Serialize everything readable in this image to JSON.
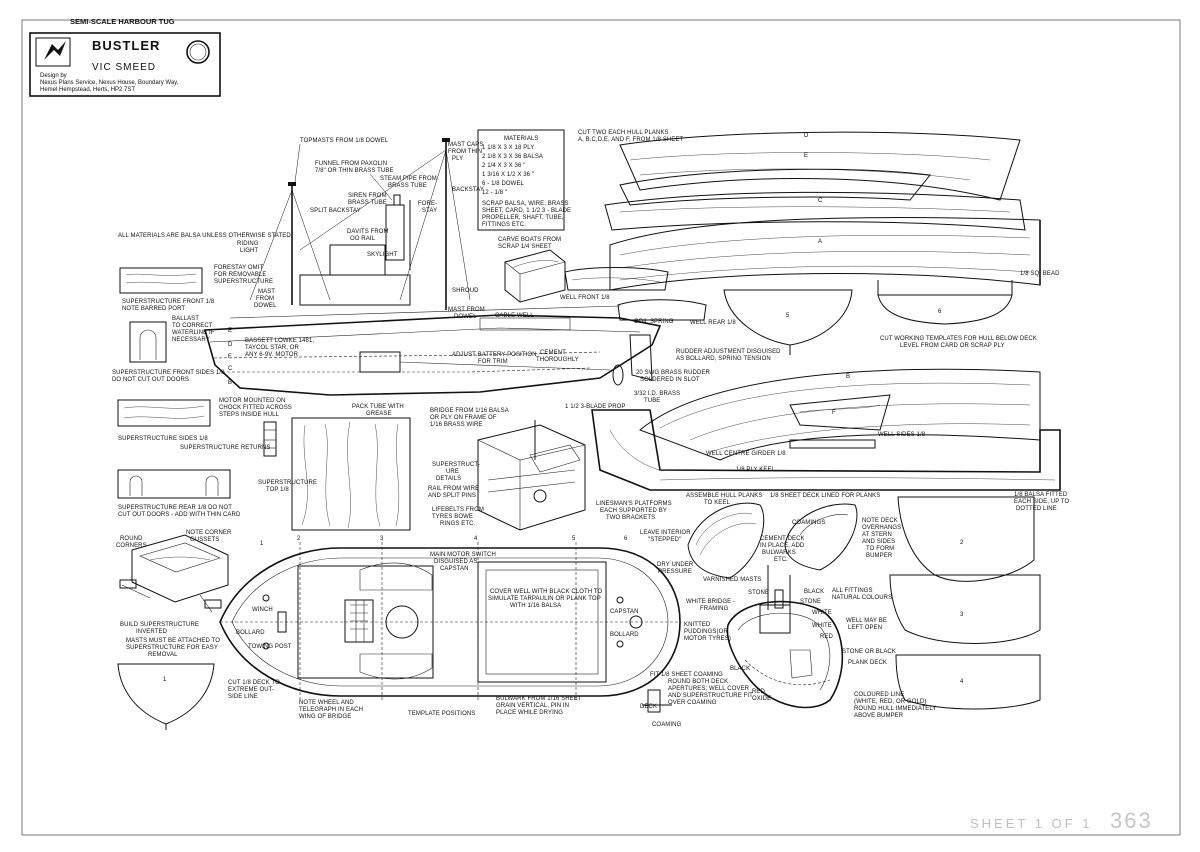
{
  "header": {
    "category": "SEMI-SCALE HARBOUR TUG",
    "model_name": "BUSTLER",
    "designer": "VIC SMEED",
    "design_by": "Design by",
    "publisher": "Nexus Plans Service, Nexus House, Boundary Way,",
    "address": "Hemel Hempstead, Herts, HP2 7ST"
  },
  "footer": {
    "sheet": "SHEET 1 OF 1",
    "plan_number": "363"
  },
  "materials": {
    "title": "MATERIALS",
    "lines": [
      "1   1/8 X 3 X 18  PLY",
      "2   1/8 X 3 X 36  BALSA",
      "2   1/4 X 3 X 36  \"",
      "1   3/16 X 1/2 X 36  \"",
      "6 - 1/8 DOWEL",
      "12 - 1/8  \"",
      "SCRAP BALSA, WIRE, BRASS",
      "SHEET, CARD, 1 1/2 3 - BLADE",
      "PROPELLER, SHAFT, TUBE,",
      "FITTINGS ETC."
    ]
  },
  "labels": {
    "all_materials": "ALL MATERIALS ARE BALSA UNLESS OTHERWISE STATED",
    "topmasts": "TOPMASTS FROM 1/8 DOWEL",
    "funnel": "FUNNEL FROM PAXOLIN",
    "funnel2": "7/8\" OR THIN BRASS TUBE",
    "mast_caps": "MAST CAPS",
    "mast_caps2": "FROM THIN",
    "mast_caps3": "PLY",
    "steam_pipe": "STEAM PIPE FROM",
    "steam_pipe2": "BRASS TUBE",
    "siren": "SIREN FROM",
    "siren2": "BRASS TUBE",
    "backstay": "BACKSTAY",
    "fore_stay": "FORE-",
    "fore_stay2": "STAY",
    "split_backstay": "SPLIT BACKSTAY",
    "davits": "DAVITS FROM",
    "davits2": "OO RAIL",
    "skylight": "SKYLIGHT",
    "riding_light": "RIDING",
    "riding_light2": "LIGHT",
    "forestay_omit": "FORESTAY OMIT",
    "forestay_omit2": "FOR REMOVABLE",
    "forestay_omit3": "SUPERSTRUCTURE",
    "mast_from_dowel": "MAST",
    "mast_from_dowel2": "FROM",
    "mast_from_dowel3": "DOWEL",
    "shroud": "SHROUD",
    "mast_from_dowel_b": "MAST FROM",
    "mast_from_dowel_b2": "DOWEL",
    "carve_boats": "CARVE BOATS FROM",
    "carve_boats2": "SCRAP 1/4 SHEET",
    "cable_well": "CABLE WELL",
    "ss_front": "SUPERSTRUCTURE  FRONT 1/8",
    "ss_front2": "NOTE  BARRED PORT",
    "ballast": "BALLAST",
    "ballast2": "TO CORRECT",
    "ballast3": "WATERLINE IF",
    "ballast4": "NECESSARY",
    "motor": "BASSETT LOWKE 1481,",
    "motor2": "TAYCOL STAR, OR",
    "motor3": "ANY 6-9V. MOTOR",
    "battery": "ADJUST BATTERY POSITION",
    "battery2": "FOR TRIM",
    "cement": "CEMENT",
    "cement2": "THOROUGHLY",
    "coil_spring": "COIL SPRING",
    "rudder_adj": "RUDDER ADJUSTMENT DISGUISED",
    "rudder_adj2": "AS BOLLARD, SPRING TENSION",
    "brass_rudder": "20 SWG BRASS RUDDER",
    "brass_rudder2": "SOLDERED IN SLOT",
    "brass_tube": "3/32 I.D. BRASS",
    "brass_tube2": "TUBE",
    "ss_front_sides": "SUPERSTRUCTURE  FRONT SIDES 1/8",
    "ss_front_sides2": "DO NOT CUT OUT DOORS",
    "motor_mounted": "MOTOR MOUNTED ON",
    "motor_mounted2": "CHOCK FITTED ACROSS",
    "motor_mounted3": "STEPS INSIDE HULL",
    "pack_tube": "PACK TUBE WITH",
    "pack_tube2": "GREASE",
    "bridge_from": "BRIDGE FROM 1/16 BALSA",
    "bridge_from2": "OR PLY ON FRAME OF",
    "bridge_from3": "1/16 BRASS WIRE",
    "blade_prop": "1 1/2 3-BLADE PROP",
    "ss_sides": "SUPERSTRUCTURE  SIDES  1/8",
    "ss_returns": "SUPERSTRUCTURE  RETURNS",
    "ss_top": "SUPERSTRUCTURE",
    "ss_top2": "TOP 1/8",
    "ss_details": "SUPERSTRUCT-",
    "ss_details2": "URE",
    "ss_details3": "DETAILS",
    "rail": "RAIL FROM WIRE",
    "rail2": "AND SPLIT PINS",
    "lifebelts": "LIFEBELTS FROM",
    "lifebelts2": "TYRES BOWE",
    "lifebelts3": "RINGS ETC.",
    "ss_rear": "SUPERSTRUCTURE  REAR 1/8  DO NOT",
    "ss_rear2": "CUT OUT DOORS - ADD WITH THIN CARD",
    "cut_planks": "CUT TWO EACH HULL PLANKS",
    "cut_planks2": "A, B,C,D,E, AND F, FROM 1/8 SHEET",
    "well_front": "WELL FRONT 1/8",
    "well_rear": "WELL REAR 1/8",
    "sq_bead": "1/8 SQ. BEAD",
    "cut_templates": "CUT WORKING TEMPLATES FOR HULL BELOW DECK",
    "cut_templates2": "LEVEL FROM CARD OR SCRAP PLY",
    "well_sides": "WELL SIDES 1/8",
    "well_centre": "WELL CENTRE GIRDER 1/8",
    "ply_keel": "1/8 PLY KEEL",
    "balsa_fitted": "1/8 BALSA FITTED",
    "balsa_fitted2": "EACH SIDE, UP TO",
    "balsa_fitted3": "DOTTED LINE",
    "linesman": "LINESMAN'S PLATFORMS",
    "linesman2": "EACH SUPPORTED BY",
    "linesman3": "TWO BRACKETS",
    "assemble_planks": "ASSEMBLE HULL PLANKS",
    "assemble_planks2": "TO KEEL",
    "sheet_deck": "1/8 SHEET DECK LINED FOR PLANKS",
    "round_corners": "ROUND",
    "round_corners2": "CORNERS",
    "note_gussets": "NOTE CORNER",
    "note_gussets2": "GUSSETS",
    "ss_inverted": "BUILD SUPERSTRUCTURE",
    "ss_inverted2": "INVERTED",
    "masts_attached": "MASTS MUST BE ATTACHED TO",
    "masts_attached2": "SUPERSTRUCTURE FOR EASY",
    "masts_attached3": "REMOVAL",
    "main_switch": "MAIN MOTOR SWITCH",
    "main_switch2": "DISGUISED AS",
    "main_switch3": "CAPSTAN",
    "cover_well": "COVER WELL WITH BLACK CLOTH TO",
    "cover_well2": "SIMULATE TARPAULIN OR PLANK TOP",
    "cover_well3": "WITH 1/16 BALSA",
    "winch": "WINCH",
    "bollard": "BOLLARD",
    "towing_post": "TOWING POST",
    "capstan": "CAPSTAN",
    "bollard2": "BOLLARD",
    "cut_deck": "CUT 1/8 DECK TO",
    "cut_deck2": "EXTREME OUT-",
    "cut_deck3": "SIDE LINE",
    "note_wheel": "NOTE WHEEL AND",
    "note_wheel2": "TELEGRAPH IN EACH",
    "note_wheel3": "WING OF BRIDGE",
    "template_positions": "TEMPLATE POSITIONS",
    "bulwark": "BULWARK FROM 1/16 SHEET",
    "bulwark2": "GRAIN VERTICAL, PIN IN",
    "bulwark3": "PLACE WHILE DRYING",
    "leave_interior": "LEAVE INTERIOR",
    "leave_interior2": "\"STEPPED\"",
    "dry_under": "DRY UNDER",
    "dry_under2": "PRESSURE",
    "cement_deck": "CEMENT DECK",
    "cement_deck2": "IN PLACE, ADD",
    "cement_deck3": "BULWARKS",
    "cement_deck4": "ETC.",
    "coamings": "COAMINGS",
    "note_deck": "NOTE DECK",
    "note_deck2": "OVERHANGS",
    "note_deck3": "AT STERN",
    "note_deck4": "AND SIDES",
    "note_deck5": "TO FORM",
    "note_deck6": "BUMPER",
    "varnished": "VARNISHED MASTS",
    "stone": "STONE",
    "white_bridge": "WHITE BRIDGE -",
    "white_bridge2": "FRAMING",
    "knitted": "KNITTED",
    "knitted2": "PUDDINGS(OR",
    "knitted3": "MOTOR TYRES)",
    "black": "BLACK",
    "stone2": "STONE",
    "white": "WHITE",
    "white2": "WHITE",
    "red": "RED",
    "all_fittings": "ALL FITTINGS",
    "all_fittings2": "NATURAL COLOURS",
    "well_open": "WELL MAY BE",
    "well_open2": "LEFT OPEN",
    "stone_black": "STONE OR BLACK",
    "plank_deck": "PLANK DECK",
    "black2": "BLACK",
    "red_oxide": "RED",
    "red_oxide2": "OXIDE",
    "coloured_line": "COLOURED LINE",
    "coloured_line2": "(WHITE, RED, OR GOLD)",
    "coloured_line3": "ROUND  HULL IMMEDIATELY",
    "coloured_line4": "ABOVE BUMPER",
    "fit_coaming": "FIT 1/8 SHEET COAMING",
    "fit_coaming2": "ROUND BOTH DECK",
    "fit_coaming3": "APERTURES; WELL COVER",
    "fit_coaming4": "AND SUPERSTRUCTURE FIT",
    "fit_coaming5": "OVER COAMING",
    "deck": "DECK",
    "coaming": "COAMING"
  },
  "plank_letters": [
    "D",
    "E",
    "C",
    "A",
    "B",
    "F"
  ],
  "template_numbers": [
    "1",
    "2",
    "3",
    "4",
    "5",
    "6"
  ],
  "hull_letters": [
    "A",
    "B",
    "C",
    "D",
    "E",
    "F"
  ]
}
